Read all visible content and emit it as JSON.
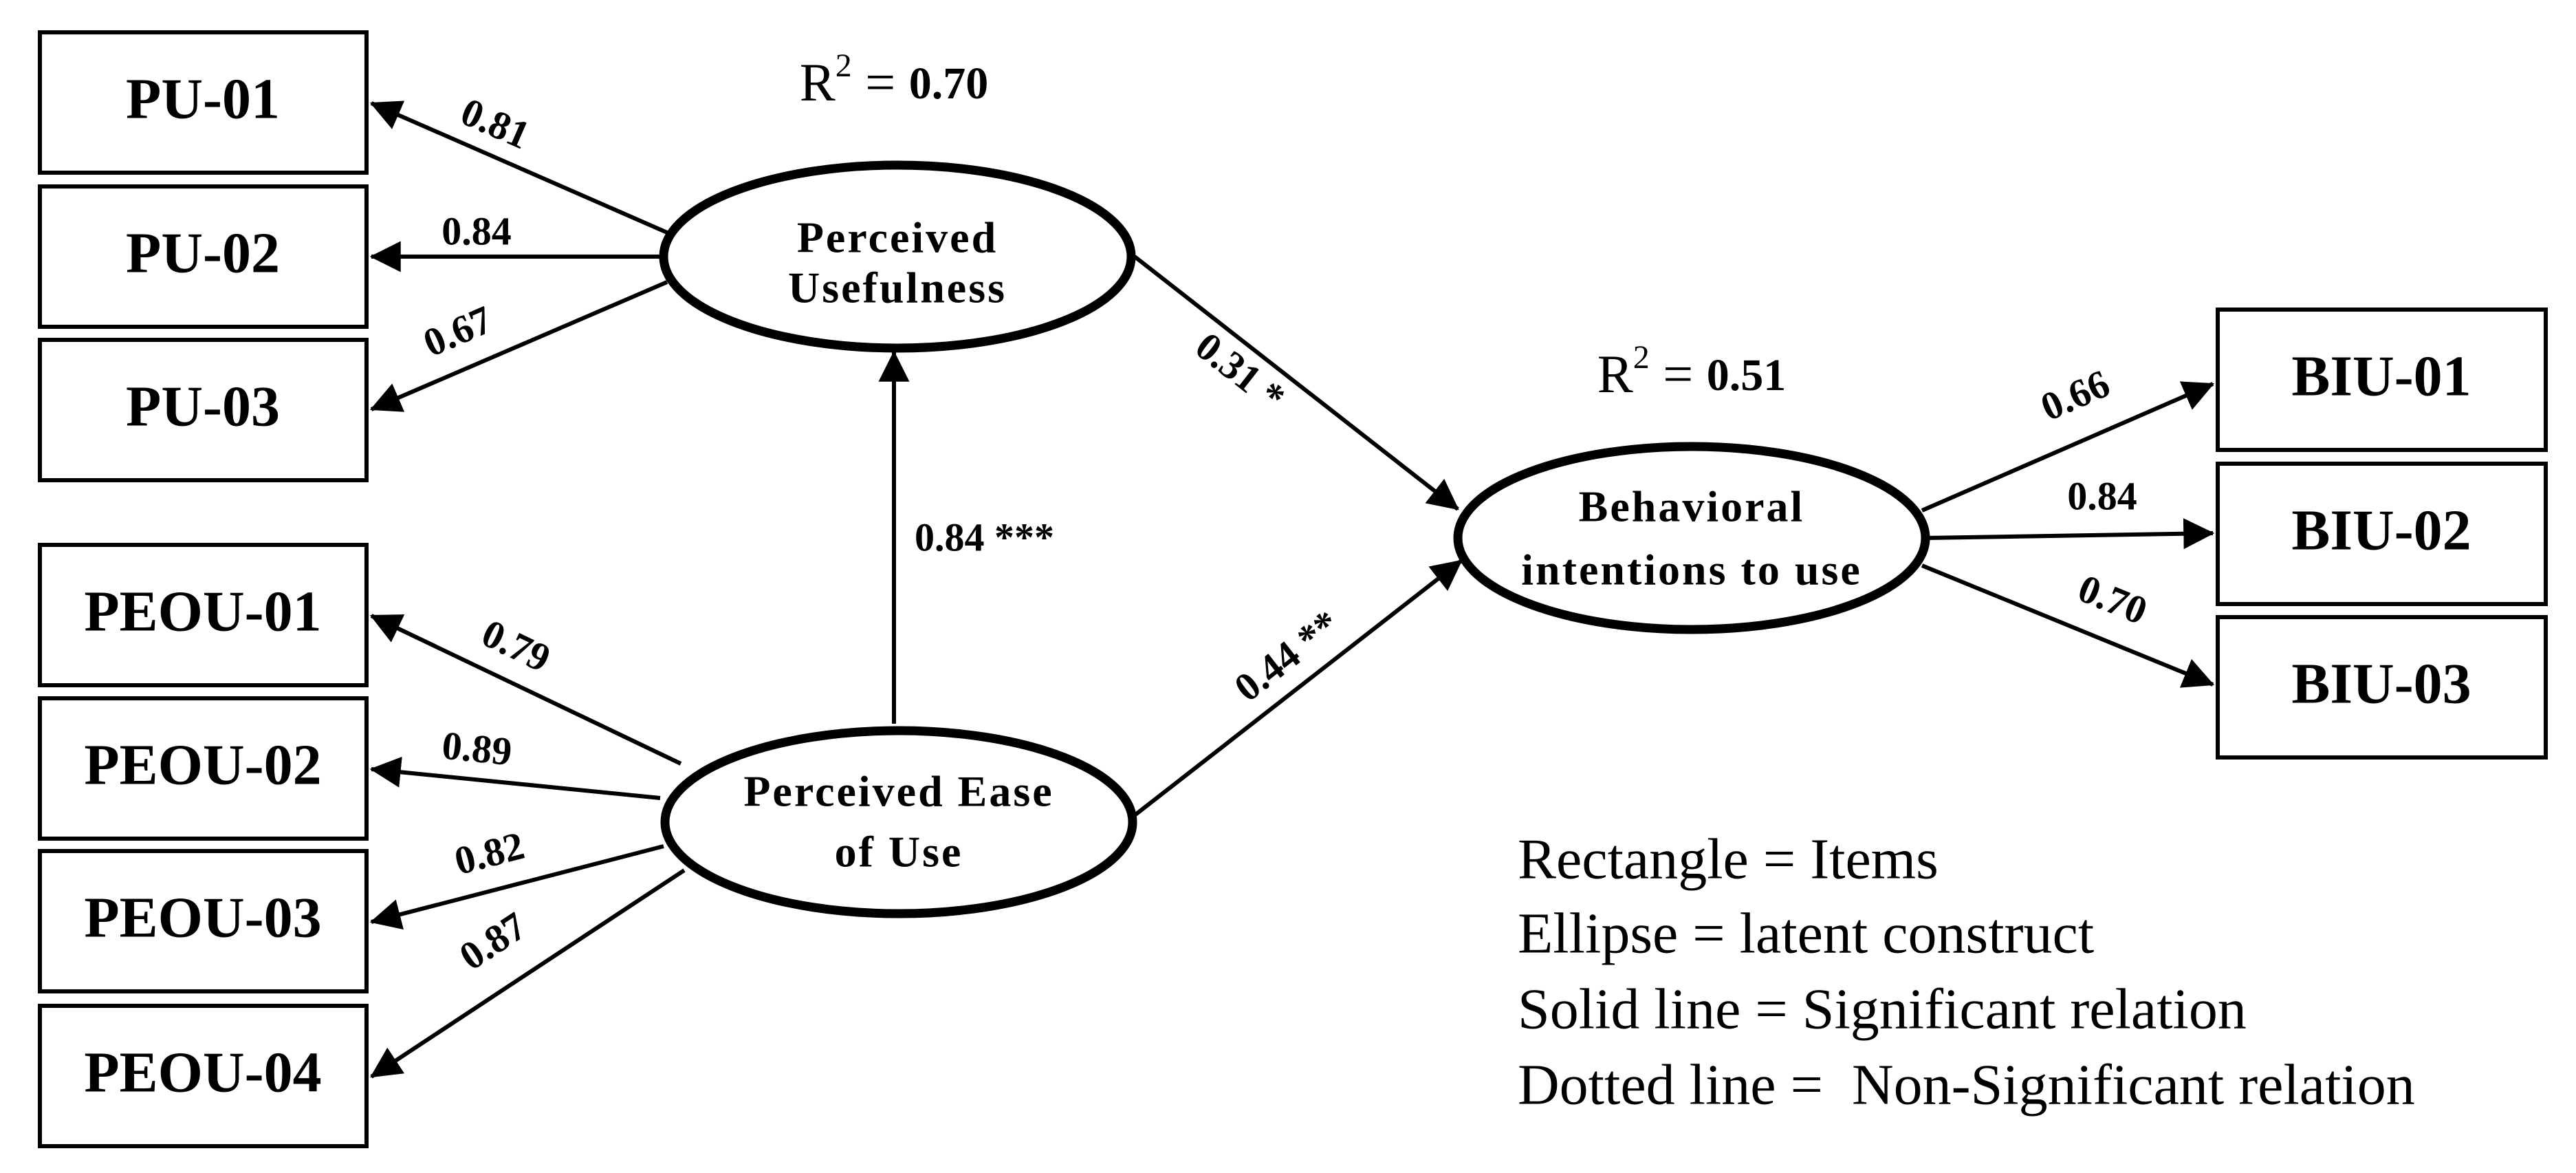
{
  "constructs": {
    "pu": {
      "line1": "Perceived",
      "line2": "Usefulness"
    },
    "peou": {
      "line1": "Perceived Ease",
      "line2": "of Use"
    },
    "biu": {
      "line1": "Behavioral",
      "line2": "intentions to use"
    }
  },
  "items": {
    "pu": [
      "PU-01",
      "PU-02",
      "PU-03"
    ],
    "peou": [
      "PEOU-01",
      "PEOU-02",
      "PEOU-03",
      "PEOU-04"
    ],
    "biu": [
      "BIU-01",
      "BIU-02",
      "BIU-03"
    ]
  },
  "loadings": {
    "pu": [
      "0.81",
      "0.84",
      "0.67"
    ],
    "peou": [
      "0.79",
      "0.89",
      "0.82",
      "0.87"
    ],
    "biu": [
      "0.66",
      "0.84",
      "0.70"
    ]
  },
  "paths": {
    "peou_pu": "0.84 ***",
    "pu_biu": "0.31 *",
    "peou_biu": "0.44 **"
  },
  "r_squared": {
    "pu": {
      "label": "R",
      "sup": "2",
      "eq": " = ",
      "value": "0.70"
    },
    "biu": {
      "label": "R",
      "sup": "2",
      "eq": " = ",
      "value": "0.51"
    }
  },
  "legend": [
    "Rectangle = Items",
    "Ellipse = latent construct",
    "Solid line = Significant relation",
    "Dotted line =  Non-Significant relation"
  ]
}
